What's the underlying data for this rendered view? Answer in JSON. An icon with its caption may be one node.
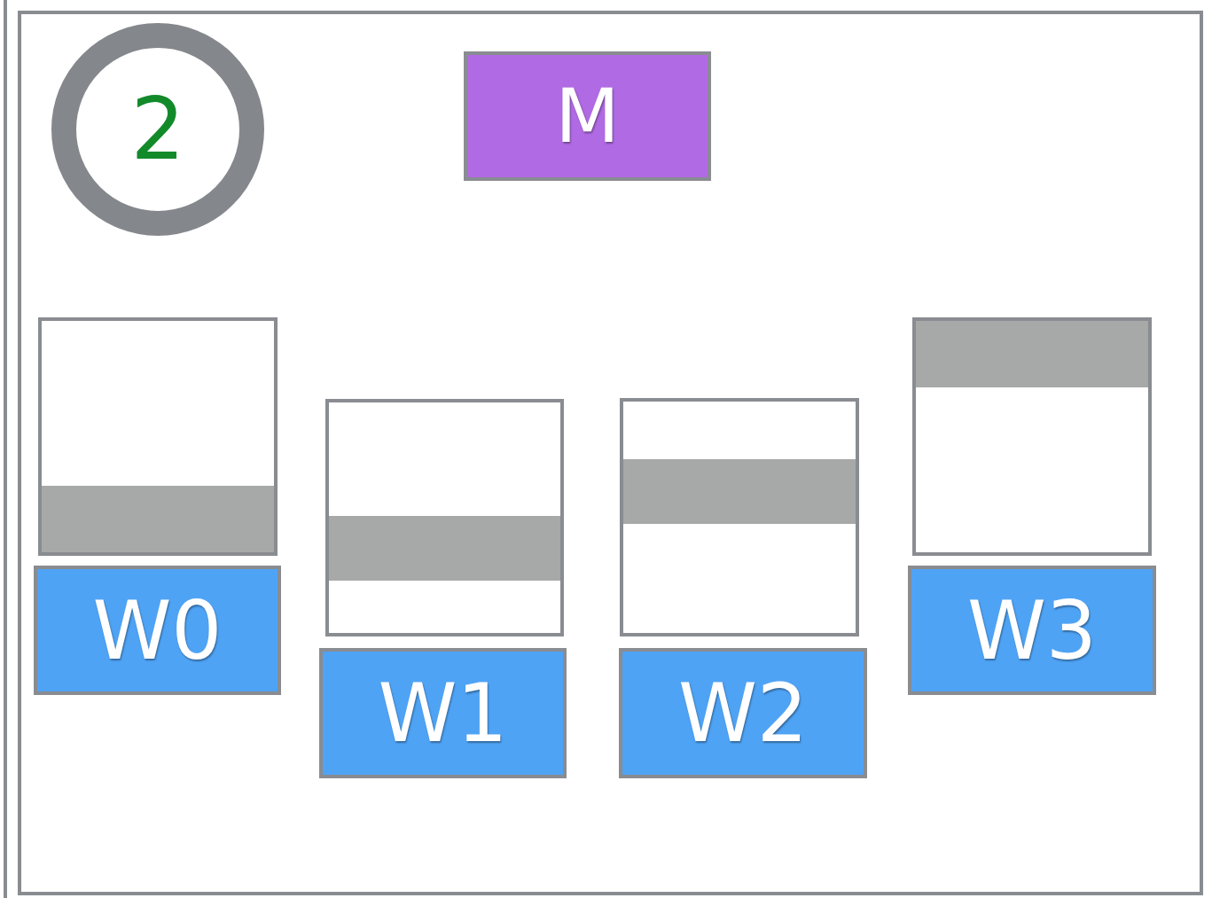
{
  "diagram": {
    "nodes": [
      {
        "text": [
          "2"
        ]
      },
      {
        "text": [
          "M"
        ]
      },
      {
        "text": [],
        "shape": "box"
      },
      {
        "text": [],
        "shape": "box"
      },
      {
        "text": [],
        "shape": "box"
      },
      {
        "text": [],
        "shape": "box"
      },
      {
        "text": [],
        "shape": "bar",
        "in": 2
      },
      {
        "text": [],
        "shape": "bar",
        "in": 3
      },
      {
        "text": [],
        "shape": "bar",
        "in": 4
      },
      {
        "text": [],
        "shape": "bar",
        "in": 5
      },
      {
        "text": [
          "W0"
        ]
      },
      {
        "text": [
          "W1"
        ]
      },
      {
        "text": [
          "W2"
        ]
      },
      {
        "text": [
          "W3"
        ]
      }
    ],
    "edges": []
  }
}
